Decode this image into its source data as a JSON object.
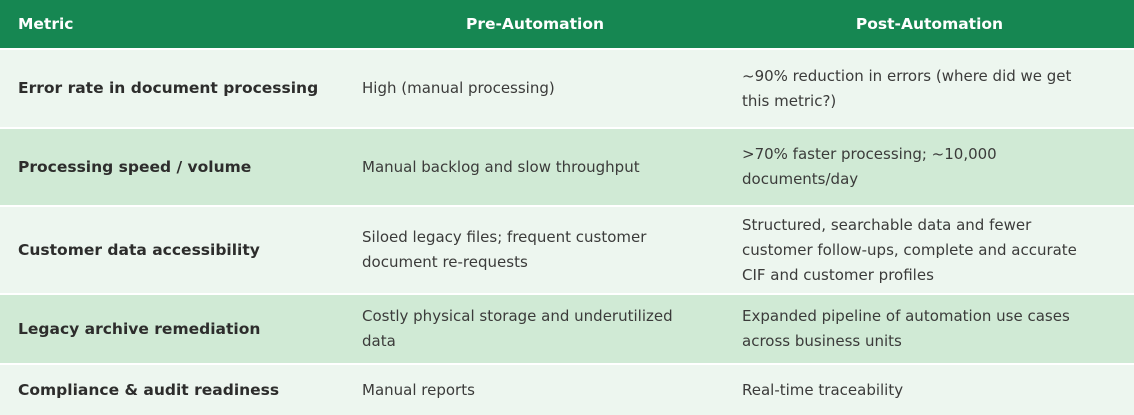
{
  "table": {
    "columns": {
      "metric": "Metric",
      "pre": "Pre-Automation",
      "post": "Post-Automation"
    },
    "rows": [
      {
        "metric": "Error rate in document processing",
        "pre": "High (manual processing)",
        "post": "~90% reduction in errors (where did we get this metric?)"
      },
      {
        "metric": "Processing speed / volume",
        "pre": "Manual backlog and slow throughput",
        "post": ">70% faster processing; ~10,000 documents/day"
      },
      {
        "metric": "Customer data accessibility",
        "pre": "Siloed legacy files; frequent customer document re-requests",
        "post": "Structured, searchable data and fewer customer follow-ups, complete and accurate CIF and customer profiles"
      },
      {
        "metric": "Legacy archive remediation",
        "pre": "Costly physical storage and underutilized data",
        "post": "Expanded pipeline of automation use cases across business units"
      },
      {
        "metric": "Compliance & audit readiness",
        "pre": "Manual reports",
        "post": "Real-time traceability"
      }
    ],
    "colors": {
      "header_bg": "#168752",
      "header_text": "#ffffff",
      "row_light": "#edf6ef",
      "row_medium": "#d0ead5",
      "separator": "#ffffff",
      "metric_text": "#2d2d2c",
      "body_text": "#3b3b3a"
    }
  }
}
